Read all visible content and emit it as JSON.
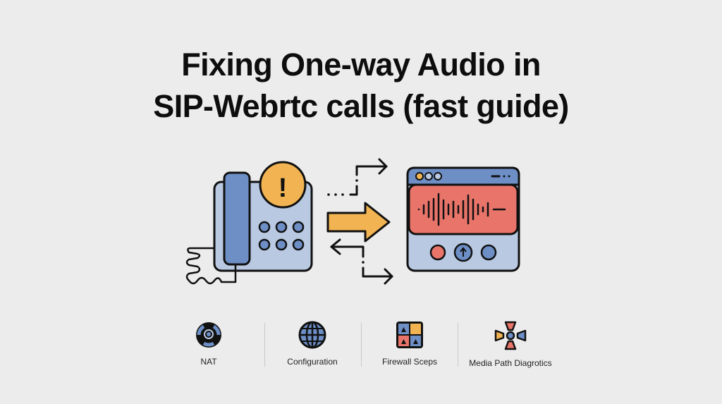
{
  "title": {
    "line1": "Fixing One-way Audio in",
    "line2": "SIP-Webrtc calls (fast guide)"
  },
  "hero": {
    "left_icon": "desk-phone-warning-icon",
    "middle_icon": "signal-flow-arrows-icon",
    "right_icon": "webrtc-audio-window-icon",
    "warning_glyph": "!"
  },
  "categories": [
    {
      "label": "NAT",
      "icon": "nat-radar-icon"
    },
    {
      "label": "Configuration",
      "icon": "globe-grid-icon"
    },
    {
      "label": "Firewall Sceps",
      "icon": "firewall-grid-icon"
    },
    {
      "label": "Media Path Diagrotics",
      "icon": "media-path-icon"
    }
  ],
  "colors": {
    "background": "#ececec",
    "blue_dark": "#6d8fc6",
    "blue_light": "#b9c9e2",
    "orange": "#f2b452",
    "red": "#e8746a",
    "outline": "#111111"
  }
}
